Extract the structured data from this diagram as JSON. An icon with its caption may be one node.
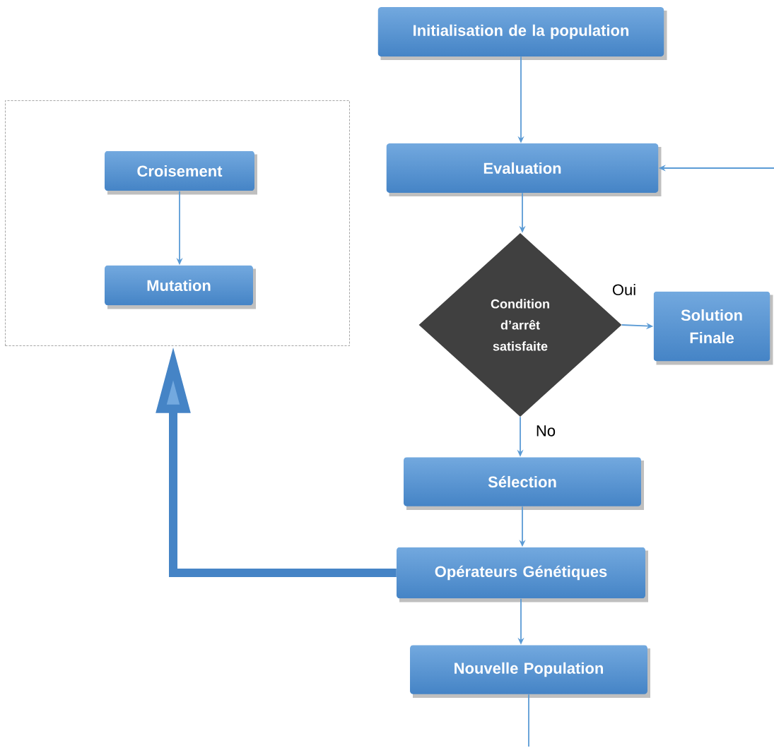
{
  "diagram": {
    "nodes": [
      {
        "text": [
          "Initialisation de la population"
        ]
      },
      {
        "text": [],
        "shape": "box"
      },
      {
        "text": [
          "Croisement"
        ],
        "in": 1
      },
      {
        "text": [
          "Mutation"
        ],
        "in": 1
      },
      {
        "text": [
          "Evaluation"
        ]
      },
      {
        "text": [
          "Condition d’arrêt satisfaite"
        ]
      },
      {
        "text": [
          "Solution Finale"
        ]
      },
      {
        "text": [
          "Sélection"
        ]
      },
      {
        "text": [
          "Opérateurs  Génétiques"
        ]
      },
      {
        "text": [
          "Nouvelle Population"
        ]
      }
    ],
    "edges": [
      {
        "from": 0,
        "to": 4,
        "arrow": "to"
      },
      {
        "from": 2,
        "to": 3,
        "arrow": "to"
      },
      {
        "from": null,
        "to": 4,
        "arrow": "to"
      },
      {
        "from": 4,
        "to": 5,
        "arrow": "to"
      },
      {
        "from": 5,
        "to": 6,
        "arrow": "to",
        "label": "Oui"
      },
      {
        "from": 5,
        "to": 7,
        "arrow": "to",
        "label": "No"
      },
      {
        "from": 7,
        "to": 8,
        "arrow": "to"
      },
      {
        "from": 8,
        "to": 1,
        "arrow": "to",
        "style": "thick"
      },
      {
        "from": 8,
        "to": 9,
        "arrow": "to"
      },
      {
        "from": 9,
        "to": null,
        "arrow": "none"
      }
    ]
  }
}
